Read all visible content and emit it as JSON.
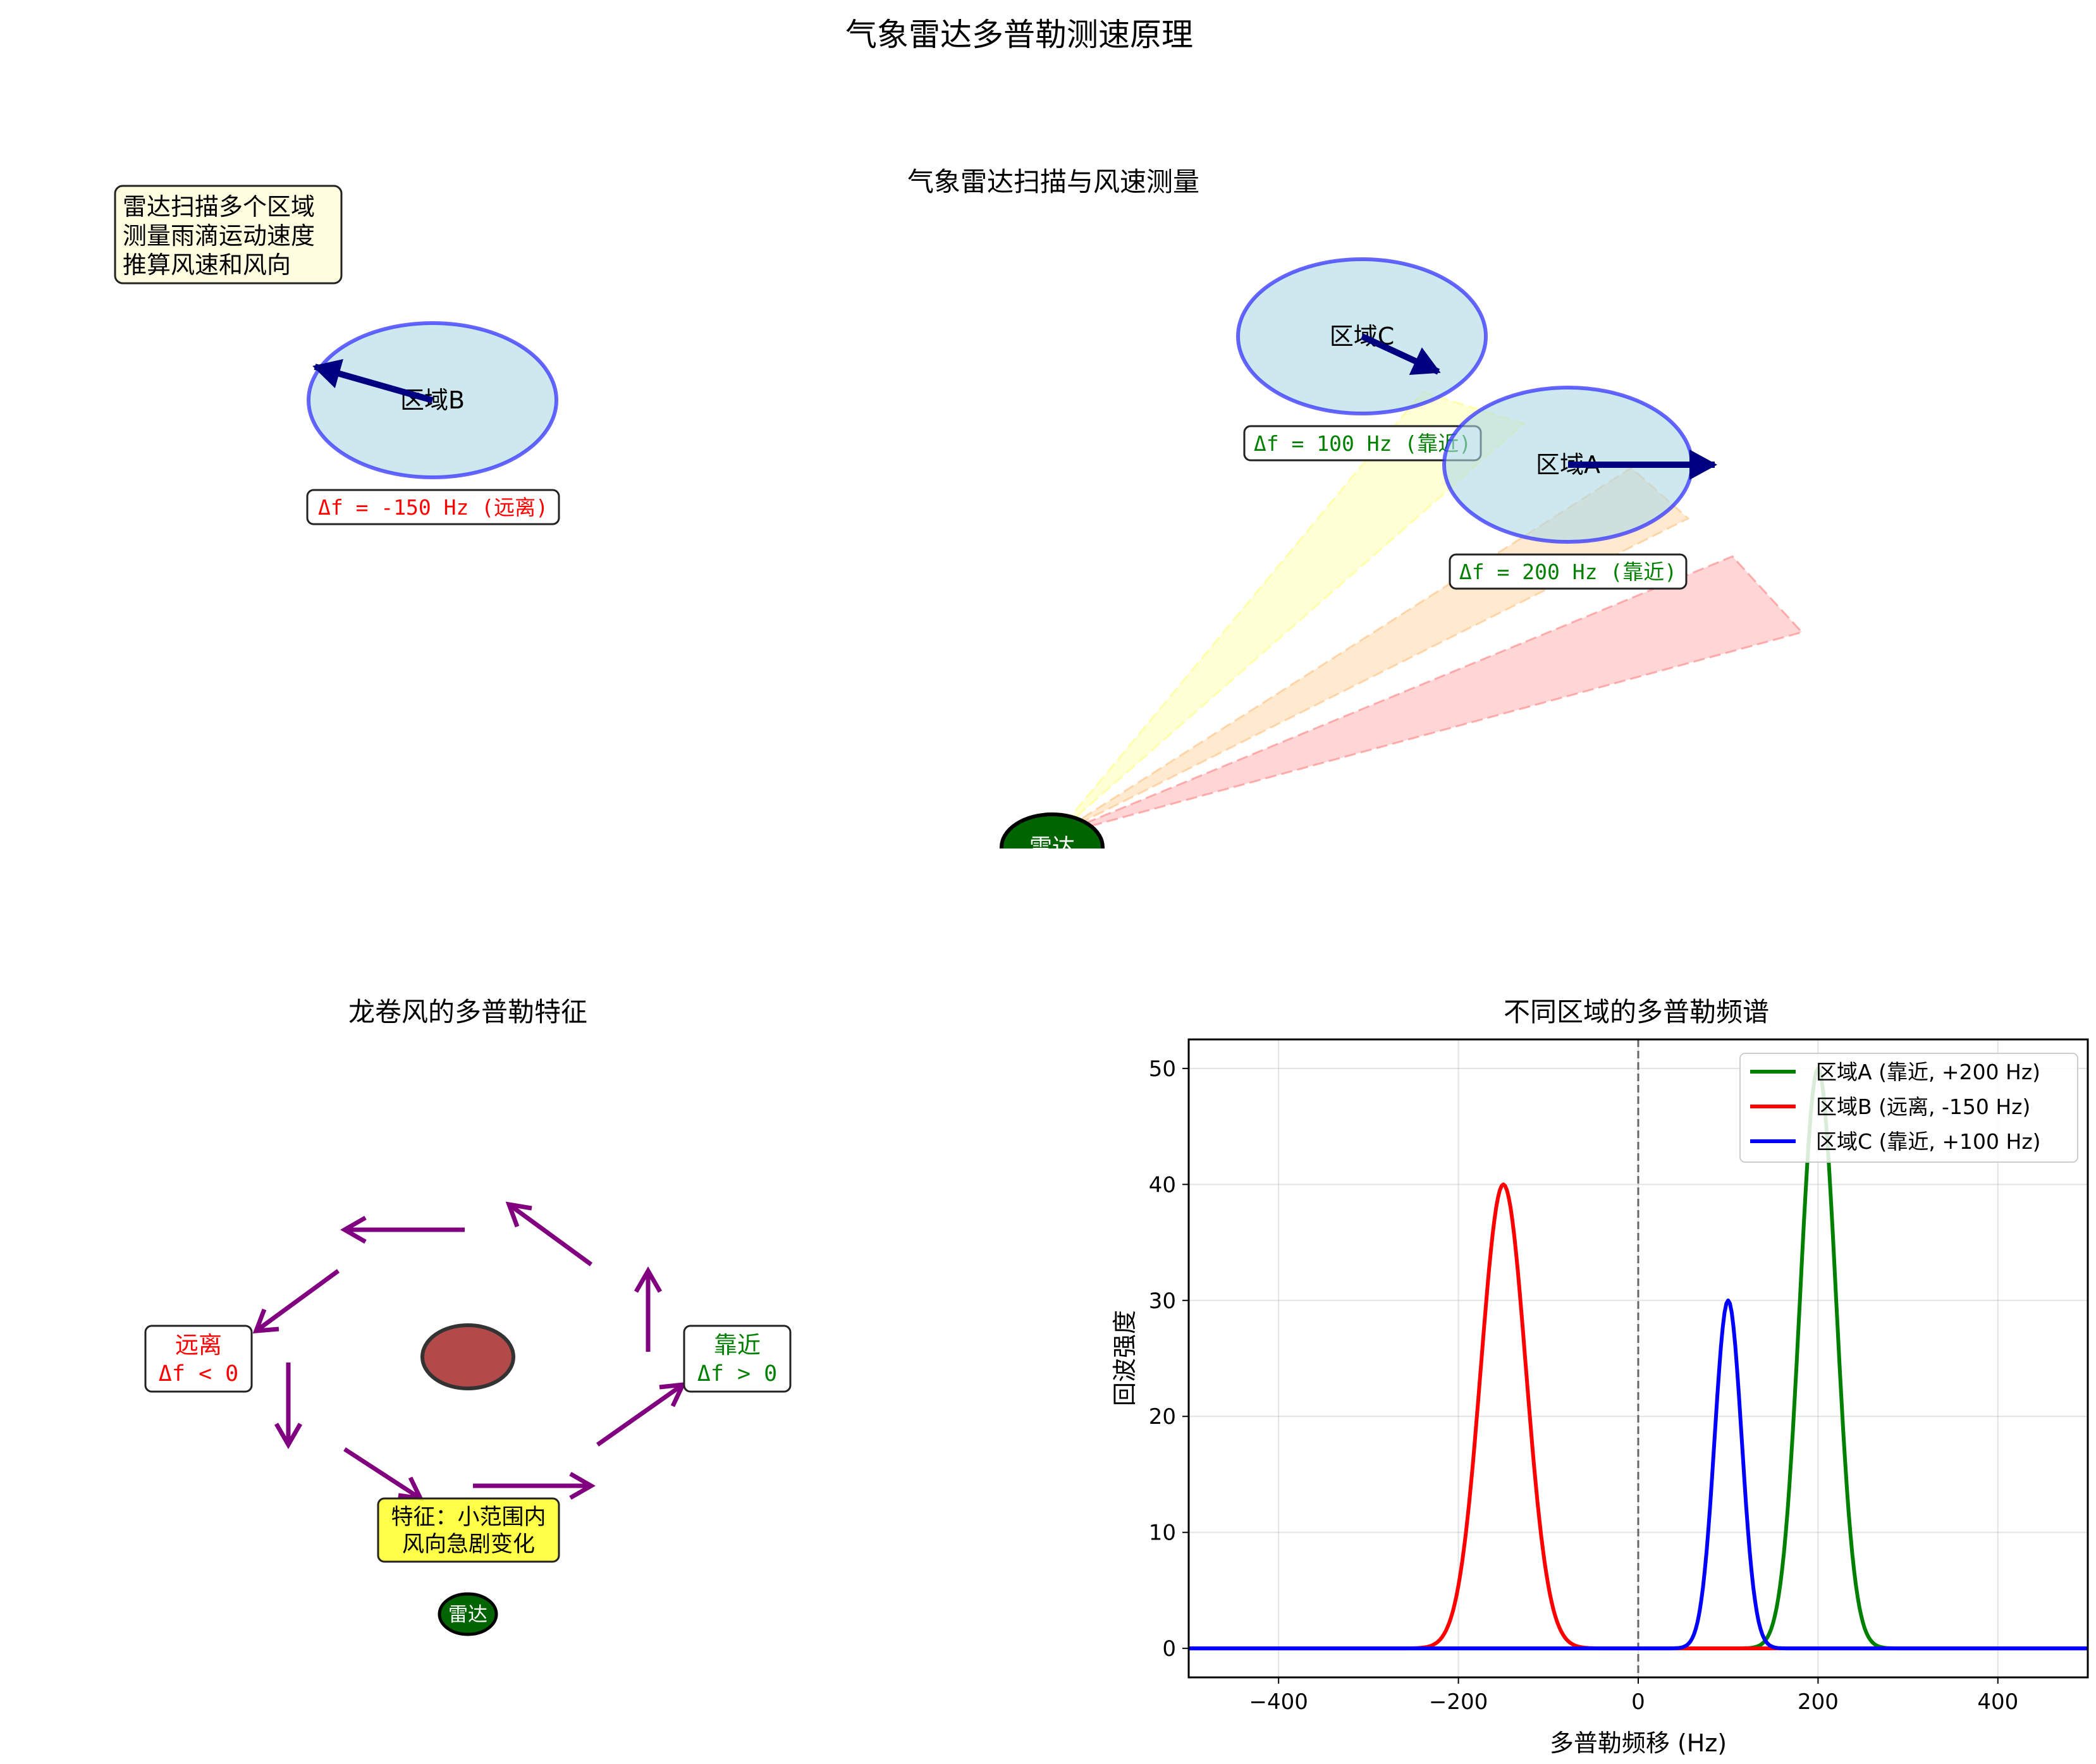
{
  "figure": {
    "suptitle": "气象雷达多普勒测速原理"
  },
  "panel_scan": {
    "title": "气象雷达扫描与风速测量",
    "info_lines": [
      "雷达扫描多个区域",
      "测量雨滴运动速度",
      "推算风速和风向"
    ],
    "radar_label": "雷达",
    "regions": [
      {
        "name": "区域A",
        "label": "Δf = 200 Hz (靠近)",
        "color": "#008000"
      },
      {
        "name": "区域B",
        "label": "Δf = -150 Hz (远离)",
        "color": "#ff0000"
      },
      {
        "name": "区域C",
        "label": "Δf = 100 Hz (靠近)",
        "color": "#008000"
      }
    ],
    "beam_colors": [
      "#ffb3b3",
      "#ffd9a8",
      "#ffffb3"
    ]
  },
  "panel_tornado": {
    "title": "龙卷风的多普勒特征",
    "away_lines": [
      "远离",
      "Δf < 0"
    ],
    "approach_lines": [
      "靠近",
      "Δf > 0"
    ],
    "feature_lines": [
      "特征：小范围内",
      "风向急剧变化"
    ],
    "radar_label": "雷达",
    "arrow_color": "#800080"
  },
  "chart_data": {
    "type": "line",
    "title": "不同区域的多普勒频谱",
    "xlabel": "多普勒频移 (Hz)",
    "ylabel": "回波强度",
    "xlim": [
      -500,
      500
    ],
    "ylim": [
      -2.5,
      52.5
    ],
    "xticks": [
      -400,
      -200,
      0,
      200,
      400
    ],
    "yticks": [
      0,
      10,
      20,
      30,
      40,
      50
    ],
    "grid": true,
    "legend_position": "upper right",
    "vline_x": 0,
    "series": [
      {
        "name": "区域A (靠近, +200 Hz)",
        "color": "#008000",
        "center": 200,
        "amplitude": 50,
        "sigma": 20
      },
      {
        "name": "区域B (远离, -150 Hz)",
        "color": "#ff0000",
        "center": -150,
        "amplitude": 40,
        "sigma": 25
      },
      {
        "name": "区域C (靠近, +100 Hz)",
        "color": "#0000ff",
        "center": 100,
        "amplitude": 30,
        "sigma": 15
      }
    ]
  }
}
